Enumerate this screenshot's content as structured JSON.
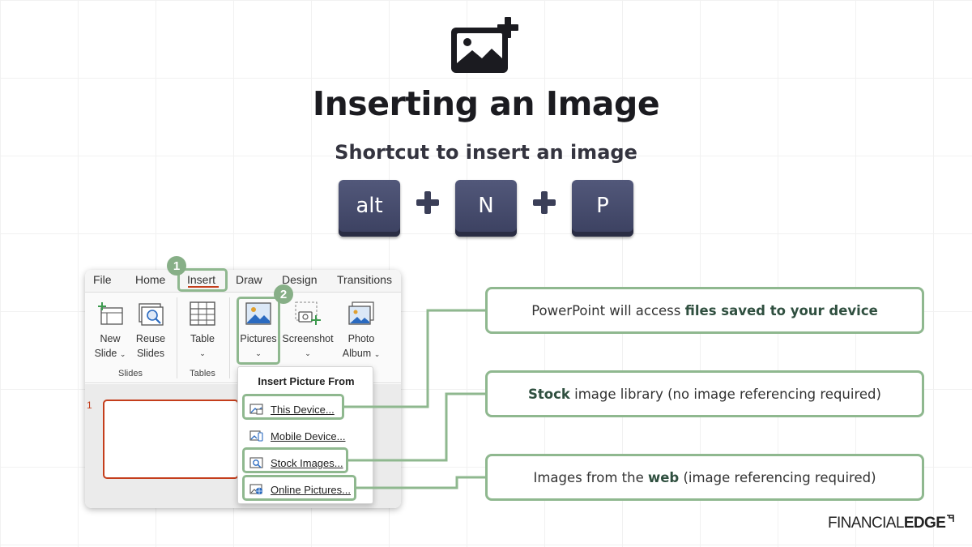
{
  "header": {
    "icon": "add-image-icon",
    "title": "Inserting an Image",
    "subtitle": "Shortcut to insert an image"
  },
  "shortcut": {
    "keys": [
      "alt",
      "N",
      "P"
    ],
    "key_color": "#454a6a"
  },
  "ribbon": {
    "tabs": [
      "File",
      "Home",
      "Insert",
      "Draw",
      "Design",
      "Transitions"
    ],
    "active_tab": "Insert",
    "commands": {
      "new_slide": "New",
      "new_slide_2": "Slide",
      "reuse": "Reuse",
      "reuse_2": "Slides",
      "table": "Table",
      "pictures": "Pictures",
      "screenshot": "Screenshot",
      "photo": "Photo",
      "photo_2": "Album"
    },
    "groups": [
      "Slides",
      "Tables"
    ],
    "slide_number": "1"
  },
  "dropdown": {
    "header": "Insert Picture From",
    "items": [
      "This Device...",
      "Mobile Device...",
      "Stock Images...",
      "Online Pictures..."
    ]
  },
  "steps": [
    "1",
    "2"
  ],
  "callouts": [
    {
      "pre": "PowerPoint will access ",
      "bold": "files saved to your device",
      "post": ""
    },
    {
      "pre": "",
      "bold": "Stock",
      "post": " image library (no image referencing required)"
    },
    {
      "pre": "Images from the ",
      "bold": "web",
      "post": " (image referencing required)"
    }
  ],
  "brand": {
    "part1": "FINANCIAL",
    "part2": "EDGE"
  },
  "colors": {
    "accent_green": "#8fb88f",
    "insert_red": "#c43e1c"
  }
}
